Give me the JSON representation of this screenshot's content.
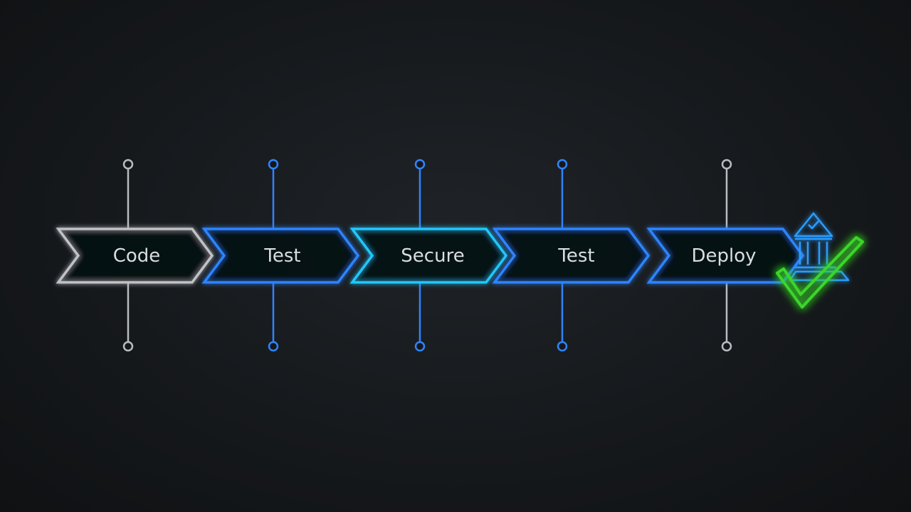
{
  "pipeline": {
    "stages": [
      {
        "label": "Code",
        "color": "#bfc3c8",
        "glow": "#ffffff"
      },
      {
        "label": "Test",
        "color": "#2f84ff",
        "glow": "#2f84ff"
      },
      {
        "label": "Secure",
        "color": "#22c7ff",
        "glow": "#22c7ff"
      },
      {
        "label": "Test",
        "color": "#2f84ff",
        "glow": "#2f84ff"
      },
      {
        "label": "Deploy",
        "color": "#2f84ff",
        "glow": "#2f84ff"
      }
    ],
    "connector_colors": [
      "#b8bcc1",
      "#2f84ff",
      "#2f84ff",
      "#2f84ff",
      "#b8bcc1"
    ],
    "end_icons": [
      "bank-icon",
      "checkmark-icon"
    ],
    "end_colors": {
      "bank": "#2a9dff",
      "check": "#3bd62a"
    }
  }
}
